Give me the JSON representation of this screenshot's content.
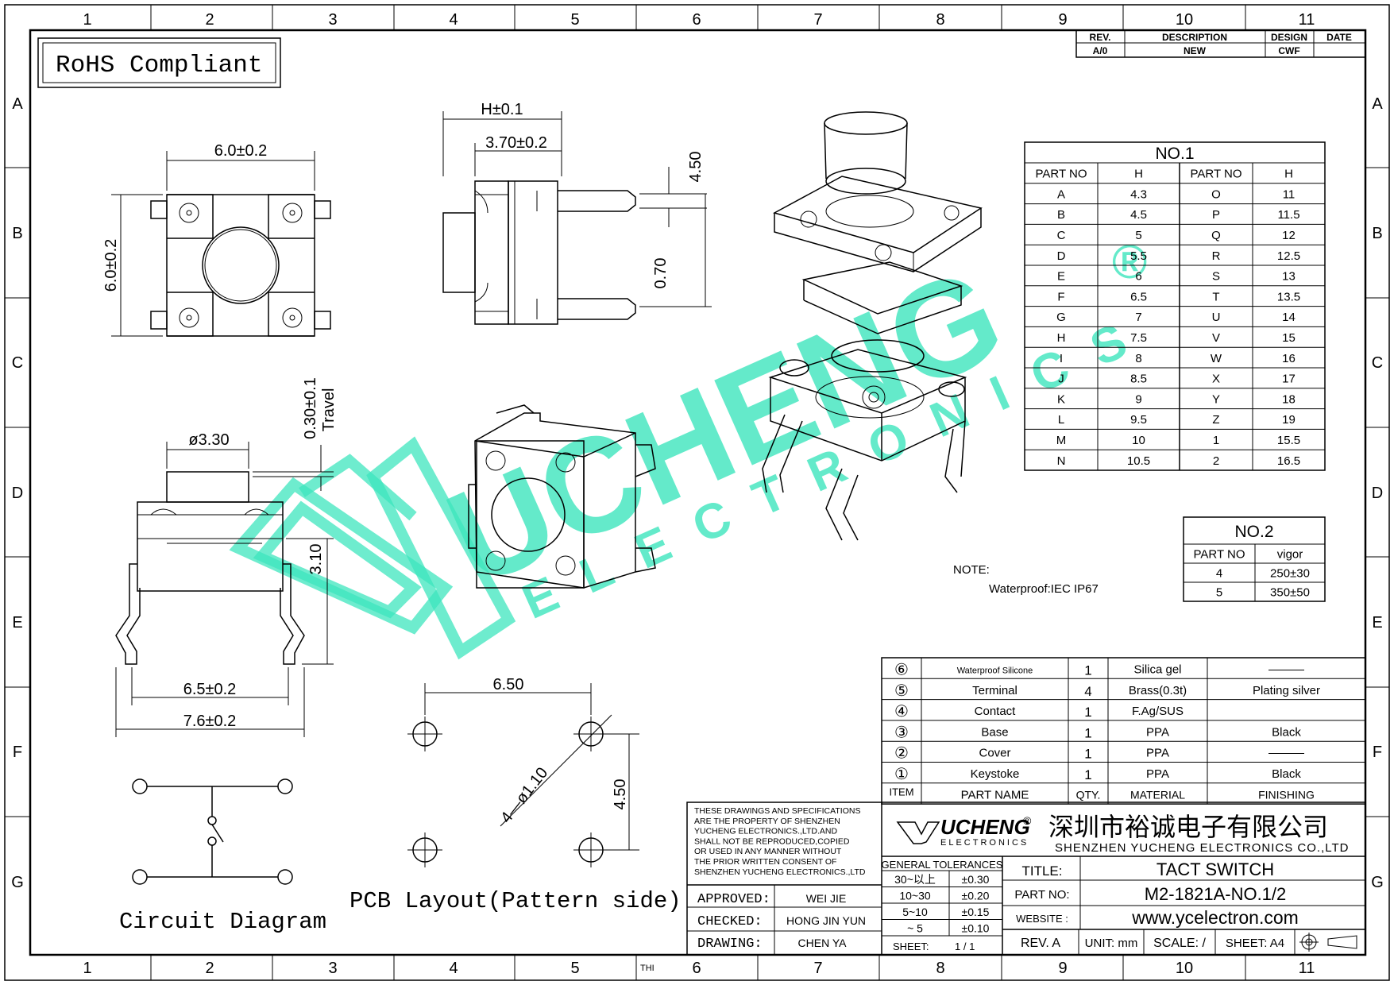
{
  "frame": {
    "cols": [
      "1",
      "2",
      "3",
      "4",
      "5",
      "6",
      "7",
      "8",
      "9",
      "10",
      "11"
    ],
    "rows": [
      "A",
      "B",
      "C",
      "D",
      "E",
      "F",
      "G"
    ]
  },
  "rohs": "RoHS Compliant",
  "revision": {
    "headers": [
      "REV.",
      "DESCRIPTION",
      "DESIGN",
      "DATE"
    ],
    "row": [
      "A/0",
      "NEW",
      "CWF",
      ""
    ]
  },
  "dims": {
    "top_width": "6.0±0.2",
    "top_height": "6.0±0.2",
    "side_h": "H±0.1",
    "side_370": "3.70±0.2",
    "side_450": "4.50",
    "side_070": "0.70",
    "front_dia": "ø3.30",
    "front_travel": "0.30±0.1",
    "front_travel_label": "Travel",
    "front_310": "3.10",
    "front_65": "6.5±0.2",
    "front_76": "7.6±0.2",
    "pcb_650": "6.50",
    "pcb_450": "4.50",
    "pcb_holes": "4—ø1.10"
  },
  "labels": {
    "circuit": "Circuit  Diagram",
    "pcb": "PCB  Layout(Pattern  side)",
    "note_title": "NOTE:",
    "note_text": "Waterproof:IEC  IP67",
    "thi": "THI"
  },
  "watermark": {
    "brand": "UCHENG",
    "sub": "ELECTRONICS",
    "reg": "®"
  },
  "table1": {
    "title": "NO.1",
    "headers": [
      "PART  NO",
      "H",
      "PART  NO",
      "H"
    ],
    "rows": [
      [
        "A",
        "4.3",
        "O",
        "11"
      ],
      [
        "B",
        "4.5",
        "P",
        "11.5"
      ],
      [
        "C",
        "5",
        "Q",
        "12"
      ],
      [
        "D",
        "5.5",
        "R",
        "12.5"
      ],
      [
        "E",
        "6",
        "S",
        "13"
      ],
      [
        "F",
        "6.5",
        "T",
        "13.5"
      ],
      [
        "G",
        "7",
        "U",
        "14"
      ],
      [
        "H",
        "7.5",
        "V",
        "15"
      ],
      [
        "I",
        "8",
        "W",
        "16"
      ],
      [
        "J",
        "8.5",
        "X",
        "17"
      ],
      [
        "K",
        "9",
        "Y",
        "18"
      ],
      [
        "L",
        "9.5",
        "Z",
        "19"
      ],
      [
        "M",
        "10",
        "1",
        "15.5"
      ],
      [
        "N",
        "10.5",
        "2",
        "16.5"
      ]
    ]
  },
  "table2": {
    "title": "NO.2",
    "headers": [
      "PART  NO",
      "vigor"
    ],
    "rows": [
      [
        "4",
        "250±30"
      ],
      [
        "5",
        "350±50"
      ]
    ]
  },
  "bom": {
    "rows": [
      {
        "item": "⑥",
        "name": "Waterproof  Silicone",
        "qty": "1",
        "material": "Silica  gel",
        "finishing": "———"
      },
      {
        "item": "⑤",
        "name": "Terminal",
        "qty": "4",
        "material": "Brass(0.3t)",
        "finishing": "Plating  silver"
      },
      {
        "item": "④",
        "name": "Contact",
        "qty": "1",
        "material": "F.Ag/SUS",
        "finishing": ""
      },
      {
        "item": "③",
        "name": "Base",
        "qty": "1",
        "material": "PPA",
        "finishing": "Black"
      },
      {
        "item": "②",
        "name": "Cover",
        "qty": "1",
        "material": "PPA",
        "finishing": "———"
      },
      {
        "item": "①",
        "name": "Keystoke",
        "qty": "1",
        "material": "PPA",
        "finishing": "Black"
      }
    ],
    "headers": {
      "item": "ITEM",
      "name": "PART  NAME",
      "qty": "QTY.",
      "material": "MATERIAL",
      "finishing": "FINISHING"
    }
  },
  "titleblock": {
    "copyright": [
      "THESE DRAWINGS AND SPECIFICATIONS",
      "ARE THE PROPERTY OF SHENZHEN",
      "YUCHENG ELECTRONICS.,LTD.AND",
      "SHALL NOT BE REPRODUCED,COPIED",
      "OR USED IN ANY MANNER WITHOUT",
      "THE PRIOR WRITTEN CONSENT OF",
      "SHENZHEN YUCHENG ELECTRONICS.,LTD"
    ],
    "approved_label": "APPROVED:",
    "approved": "WEI JIE",
    "checked_label": "CHECKED:",
    "checked": "HONG JIN YUN",
    "drawing_label": "DRAWING:",
    "drawing": "CHEN YA",
    "logo_main": "UCHENG",
    "logo_sub": "ELECTRONICS",
    "logo_reg": "®",
    "company_cn": "深圳市裕诚电子有限公司",
    "company_en": "SHENZHEN YUCHENG ELECTRONICS CO.,LTD",
    "tol_title": "GENERAL TOLERANCES",
    "tolerances": [
      [
        "30~以上",
        "±0.30"
      ],
      [
        "10~30",
        "±0.20"
      ],
      [
        "5~10",
        "±0.15"
      ],
      [
        "~ 5",
        "±0.10"
      ]
    ],
    "sheet_label": "SHEET:",
    "sheet": "1 / 1",
    "title_label": "TITLE:",
    "title": "TACT SWITCH",
    "partno_label": "PART NO:",
    "partno": "M2-1821A-NO.1/2",
    "website_label": "WEBSITE :",
    "website": "www.ycelectron.com",
    "rev": "REV. A",
    "unit": "UNIT: mm",
    "scale": "SCALE: /",
    "sheet_size": "SHEET: A4"
  }
}
